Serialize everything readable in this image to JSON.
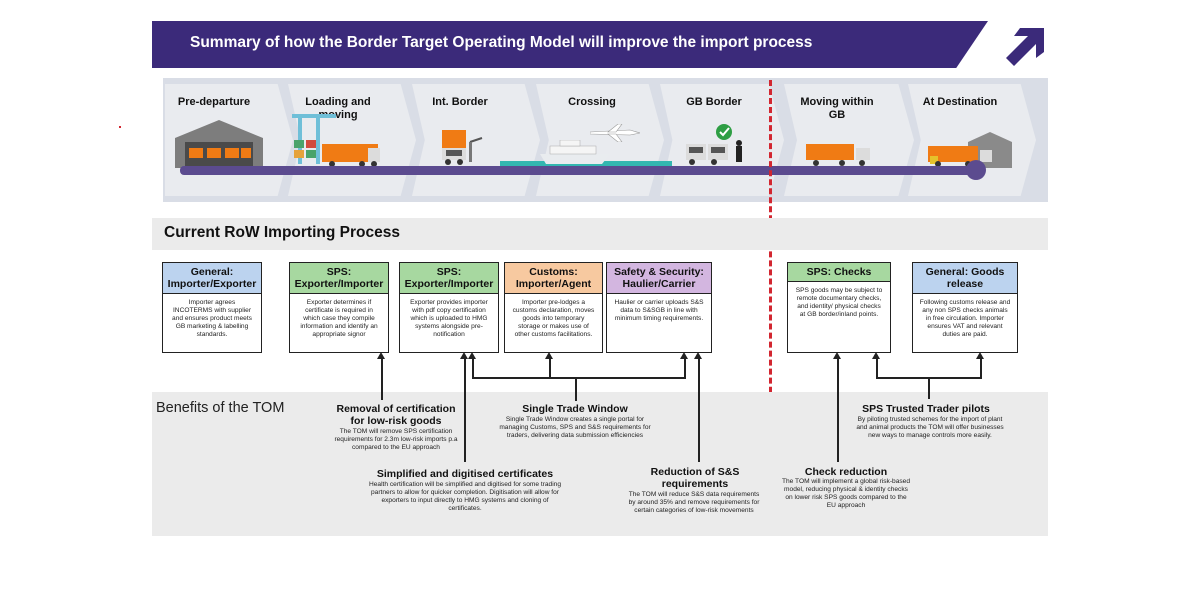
{
  "title": "Summary of how the Border Target Operating Model will improve the import process",
  "stages": [
    "Pre-departure",
    "Loading and moving",
    "Int. Border",
    "Crossing",
    "GB Border",
    "Moving within GB",
    "At Destination"
  ],
  "current_process_title": "Current RoW Importing Process",
  "process_boxes": [
    {
      "header": "General: Importer/Exporter",
      "body": "Importer agrees INCOTERMS with supplier and ensures product meets GB marketing & labelling standards.",
      "color": "#bcd3ef"
    },
    {
      "header": "SPS: Exporter/Importer",
      "body": "Exporter determines if certificate is required in which case they compile information and identify an appropriate signor",
      "color": "#a7d8a0"
    },
    {
      "header": "SPS: Exporter/Importer",
      "body": "Exporter provides importer with pdf copy certification which is uploaded to HMG systems alongside pre-notification",
      "color": "#a7d8a0"
    },
    {
      "header": "Customs: Importer/Agent",
      "body": "Importer pre-lodges a customs declaration, moves goods into temporary storage or makes use of other customs facilitations.",
      "color": "#f7c9a0"
    },
    {
      "header": "Safety & Security: Haulier/Carrier",
      "body": "Haulier or carrier uploads S&S data to S&SGB in line with minimum timing requirements.",
      "color": "#d3b6e0"
    },
    {
      "header": "SPS: Checks",
      "body": "SPS goods may be subject to remote documentary checks, and identity/ physical checks at GB border/inland points.",
      "color": "#a7d8a0"
    },
    {
      "header": "General: Goods release",
      "body": "Following customs release and any non SPS checks animals in free circulation. Importer ensures VAT and relevant duties are paid.",
      "color": "#bcd3ef"
    }
  ],
  "benefits_title": "Benefits of the TOM",
  "benefits": [
    {
      "title": "Removal of certification for low-risk goods",
      "body": "The TOM will remove SPS certification requirements for 2.3m low-risk imports p.a compared to the EU approach"
    },
    {
      "title": "Single Trade Window",
      "body": "Single Trade Window creates a single portal for managing Customs, SPS and S&S requirements for traders, delivering data submission efficiencies"
    },
    {
      "title": "Simplified and digitised certificates",
      "body": "Health certification will be simplified and digitised for some trading partners to allow for quicker completion. Digitisation will allow for exporters to input directly to HMG systems and cloning of certificates."
    },
    {
      "title": "Reduction of S&S requirements",
      "body": "The TOM will reduce S&S data requirements by around 35% and remove requirements for certain categories of low-risk movements"
    },
    {
      "title": "SPS Trusted Trader pilots",
      "body": "By piloting trusted schemes for the import of plant and animal products the TOM will offer businesses new ways to manage controls more easily."
    },
    {
      "title": "Check reduction",
      "body": "The TOM will implement a global risk-based model, reducing physical & identity checks on lower risk SPS goods compared to the EU approach"
    }
  ],
  "colors": {
    "banner": "#3b2a7a",
    "route": "#5b4b8f",
    "divider": "#d22630",
    "container": "#f07b14",
    "sea": "#33b7b0"
  }
}
